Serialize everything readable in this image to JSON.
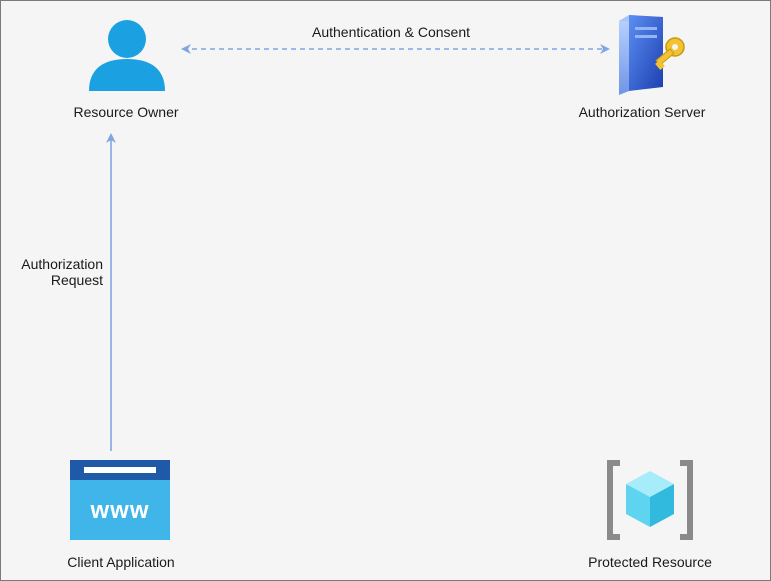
{
  "nodes": {
    "resource_owner": {
      "label": "Resource Owner",
      "icon": "user-icon"
    },
    "authorization_server": {
      "label": "Authorization Server",
      "icon": "server-key-icon"
    },
    "client_application": {
      "label": "Client Application",
      "icon": "www-window-icon",
      "icon_text": "www"
    },
    "protected_resource": {
      "label": "Protected Resource",
      "icon": "cube-brackets-icon"
    }
  },
  "edges": {
    "auth_consent": {
      "label": "Authentication & Consent",
      "style": "dashed",
      "direction": "bidirectional"
    },
    "auth_request": {
      "label_line1": "Authorization",
      "label_line2": "Request",
      "style": "solid",
      "direction": "up"
    }
  },
  "colors": {
    "background": "#f5f5f5",
    "border": "#7a7a7a",
    "arrow": "#7ea6e0",
    "user_blue": "#1ba1e2",
    "server_blue": "#2a5bd7",
    "key_gold": "#f2c230",
    "www_dark": "#1e5aa8",
    "www_light": "#3fb5ea",
    "cube_cyan": "#5fd4f0",
    "bracket_gray": "#8a8a8a"
  }
}
